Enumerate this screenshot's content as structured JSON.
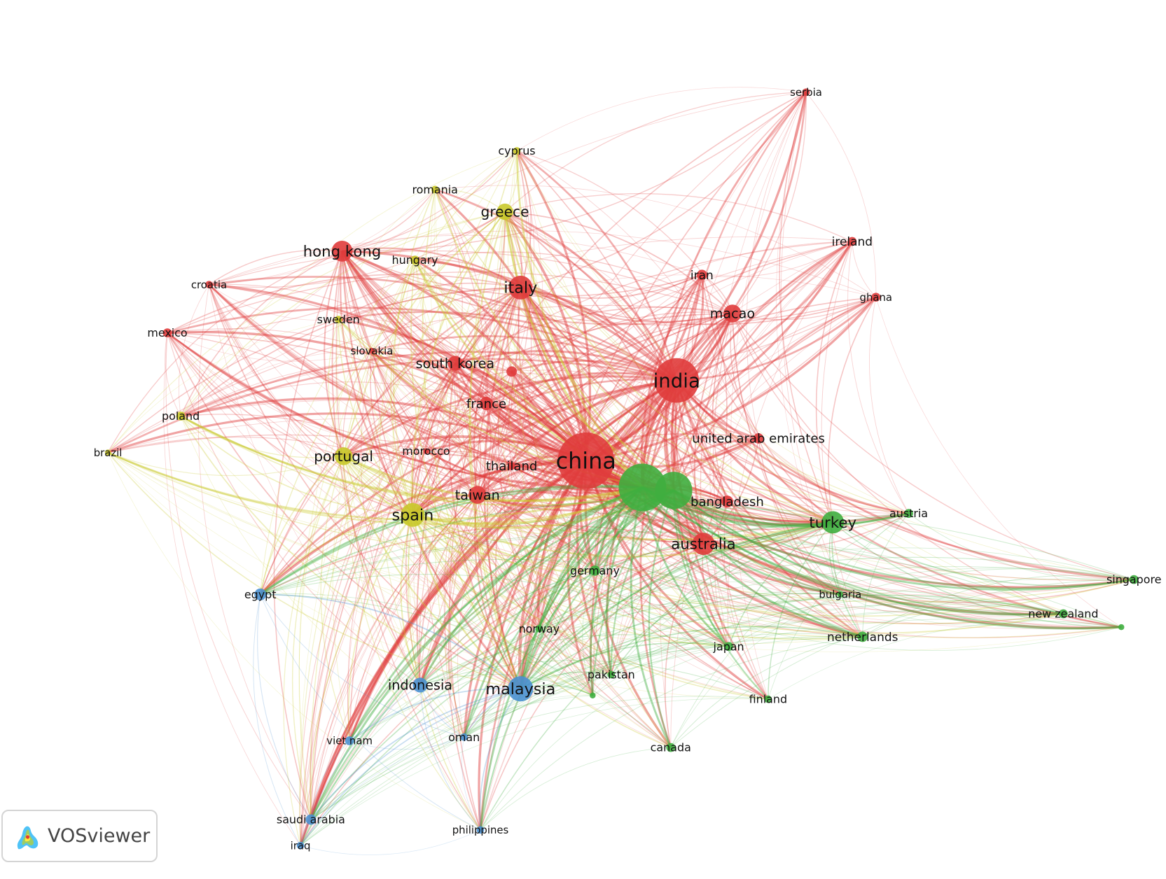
{
  "app": {
    "logo_text": "VOSviewer"
  },
  "clusters": {
    "red": "#e03c3c",
    "yellow": "#c9c92a",
    "green": "#3fae3f",
    "blue": "#4a90d0"
  },
  "nodes": [
    {
      "label": "china",
      "cluster": "red"
    },
    {
      "label": "india",
      "cluster": "red"
    },
    {
      "label": "italy",
      "cluster": "red"
    },
    {
      "label": "hong kong",
      "cluster": "red"
    },
    {
      "label": "macao",
      "cluster": "red"
    },
    {
      "label": "australia",
      "cluster": "red"
    },
    {
      "label": "taiwan",
      "cluster": "red"
    },
    {
      "label": "south korea",
      "cluster": "red"
    },
    {
      "label": "france",
      "cluster": "red"
    },
    {
      "label": "iran",
      "cluster": "red"
    },
    {
      "label": "ireland",
      "cluster": "red"
    },
    {
      "label": "ghana",
      "cluster": "red"
    },
    {
      "label": "serbia",
      "cluster": "red"
    },
    {
      "label": "croatia",
      "cluster": "red"
    },
    {
      "label": "mexico",
      "cluster": "red"
    },
    {
      "label": "slovakia",
      "cluster": "red"
    },
    {
      "label": "morocco",
      "cluster": "red"
    },
    {
      "label": "thailand",
      "cluster": "red"
    },
    {
      "label": "united arab emirates",
      "cluster": "red"
    },
    {
      "label": "bangladesh",
      "cluster": "red"
    },
    {
      "label": "",
      "cluster": "red"
    },
    {
      "label": "greece",
      "cluster": "yellow"
    },
    {
      "label": "cyprus",
      "cluster": "yellow"
    },
    {
      "label": "romania",
      "cluster": "yellow"
    },
    {
      "label": "hungary",
      "cluster": "yellow"
    },
    {
      "label": "sweden",
      "cluster": "yellow"
    },
    {
      "label": "poland",
      "cluster": "yellow"
    },
    {
      "label": "brazil",
      "cluster": "yellow"
    },
    {
      "label": "portugal",
      "cluster": "yellow"
    },
    {
      "label": "spain",
      "cluster": "yellow"
    },
    {
      "label": "",
      "cluster": "green"
    },
    {
      "label": "",
      "cluster": "green"
    },
    {
      "label": "turkey",
      "cluster": "green"
    },
    {
      "label": "austria",
      "cluster": "green"
    },
    {
      "label": "germany",
      "cluster": "green"
    },
    {
      "label": "bulgaria",
      "cluster": "green"
    },
    {
      "label": "singapore",
      "cluster": "green"
    },
    {
      "label": "new zealand",
      "cluster": "green"
    },
    {
      "label": "",
      "cluster": "green"
    },
    {
      "label": "netherlands",
      "cluster": "green"
    },
    {
      "label": "japan",
      "cluster": "green"
    },
    {
      "label": "norway",
      "cluster": "green"
    },
    {
      "label": "pakistan",
      "cluster": "green"
    },
    {
      "label": "",
      "cluster": "green"
    },
    {
      "label": "finland",
      "cluster": "green"
    },
    {
      "label": "canada",
      "cluster": "green"
    },
    {
      "label": "malaysia",
      "cluster": "blue"
    },
    {
      "label": "indonesia",
      "cluster": "blue"
    },
    {
      "label": "egypt",
      "cluster": "blue"
    },
    {
      "label": "viet nam",
      "cluster": "blue"
    },
    {
      "label": "oman",
      "cluster": "blue"
    },
    {
      "label": "saudi arabia",
      "cluster": "blue"
    },
    {
      "label": "iraq",
      "cluster": "blue"
    },
    {
      "label": "philippines",
      "cluster": "blue"
    }
  ]
}
